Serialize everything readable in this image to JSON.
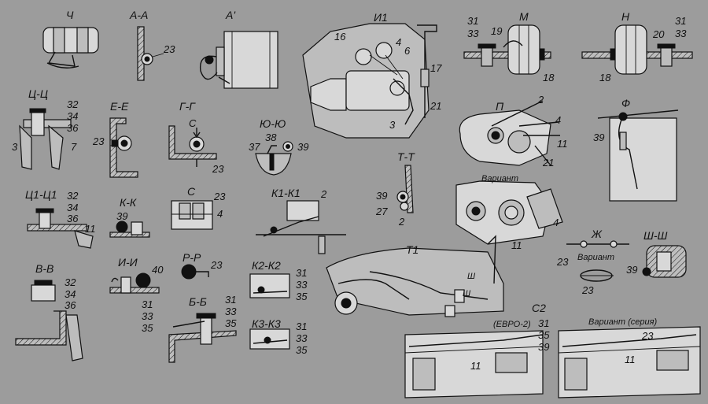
{
  "views": {
    "ch": {
      "title": "Ч"
    },
    "aa": {
      "title": "А-А",
      "n1": "23"
    },
    "a1": {
      "title": "А'"
    },
    "i1": {
      "title": "И1",
      "n16": "16",
      "n4": "4",
      "n6": "6",
      "n17": "17",
      "n21": "21",
      "n3": "3"
    },
    "m": {
      "title": "М",
      "n31": "31",
      "n33": "33",
      "n19": "19",
      "n18": "18"
    },
    "n": {
      "title": "Н",
      "n31": "31",
      "n33": "33",
      "n20": "20",
      "n18": "18"
    },
    "cc": {
      "title": "Ц-Ц",
      "n32": "32",
      "n34": "34",
      "n36": "36",
      "n3": "3",
      "n7": "7"
    },
    "ee": {
      "title": "Е-Е",
      "n23": "23"
    },
    "gg": {
      "title": "Г-Г",
      "sub": "С",
      "n23": "23"
    },
    "yuyu": {
      "title": "Ю-Ю",
      "n38": "38",
      "n37": "37",
      "n39": "39"
    },
    "p": {
      "title": "П",
      "n2": "2",
      "n4": "4",
      "n11": "11",
      "n21": "21"
    },
    "f": {
      "title": "Ф",
      "n39": "39"
    },
    "tt": {
      "title": "Т-Т",
      "n39": "39",
      "n27": "27",
      "n2": "2"
    },
    "variant1": {
      "title": "Вариант",
      "n4": "4",
      "n11": "11"
    },
    "c1c1": {
      "title": "Ц1-Ц1",
      "n32": "32",
      "n34": "34",
      "n36": "36",
      "n11": "11"
    },
    "kk": {
      "title": "К-К",
      "n39": "39"
    },
    "s": {
      "title": "С",
      "n23": "23",
      "n4": "4"
    },
    "k1k1": {
      "title": "К1-К1",
      "n2": "2"
    },
    "zh": {
      "title": "Ж",
      "n23a": "23",
      "variant": "Вариант",
      "n23b": "23"
    },
    "shsh": {
      "title": "Ш-Ш",
      "n39": "39"
    },
    "t1": {
      "title": "Т1",
      "sh1": "Ш",
      "sh2": "Ш"
    },
    "vv": {
      "title": "В-В",
      "n32": "32",
      "n34": "34",
      "n36": "36"
    },
    "ii": {
      "title": "И-И",
      "n40": "40",
      "n31": "31",
      "n33": "33",
      "n35": "35"
    },
    "rr": {
      "title": "Р-Р",
      "n23": "23"
    },
    "k2k2": {
      "title": "К2-К2",
      "n31": "31",
      "n33": "33",
      "n35": "35"
    },
    "bb": {
      "title": "Б-Б",
      "n31": "31",
      "n33": "33",
      "n35": "35"
    },
    "k3k3": {
      "title": "К3-К3",
      "n31": "31",
      "n33": "33",
      "n35": "35"
    },
    "c2": {
      "title": "С2",
      "euro": "(ЕВРО-2)",
      "n31": "31",
      "n35": "35",
      "n39": "39",
      "n11": "11",
      "variant_serial": "Вариант (серия)",
      "n23": "23",
      "n11b": "11"
    }
  }
}
